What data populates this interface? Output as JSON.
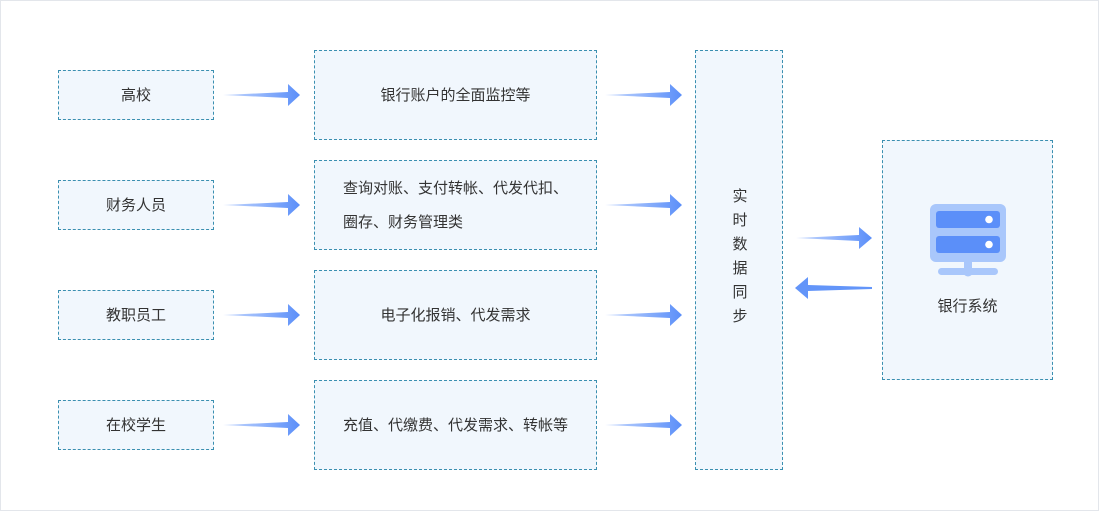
{
  "sources": [
    "高校",
    "财务人员",
    "教职员工",
    "在校学生"
  ],
  "descriptions": [
    [
      "银行账户的全面监控等"
    ],
    [
      "查询对账、支付转帐、代发代扣、",
      "圈存、财务管理类"
    ],
    [
      "电子化报销、代发需求"
    ],
    [
      "充值、代缴费、代发需求、转帐等"
    ]
  ],
  "sync_label": "实时数据同步",
  "bank": {
    "label": "银行系统",
    "icon": "server-icon"
  },
  "colors": {
    "arrow": "#5b8ff9",
    "box_border": "#3a8fb0",
    "box_fill": "#f1f7fd",
    "icon_light": "#a9c7fb",
    "icon_dark": "#5b8ff9"
  }
}
